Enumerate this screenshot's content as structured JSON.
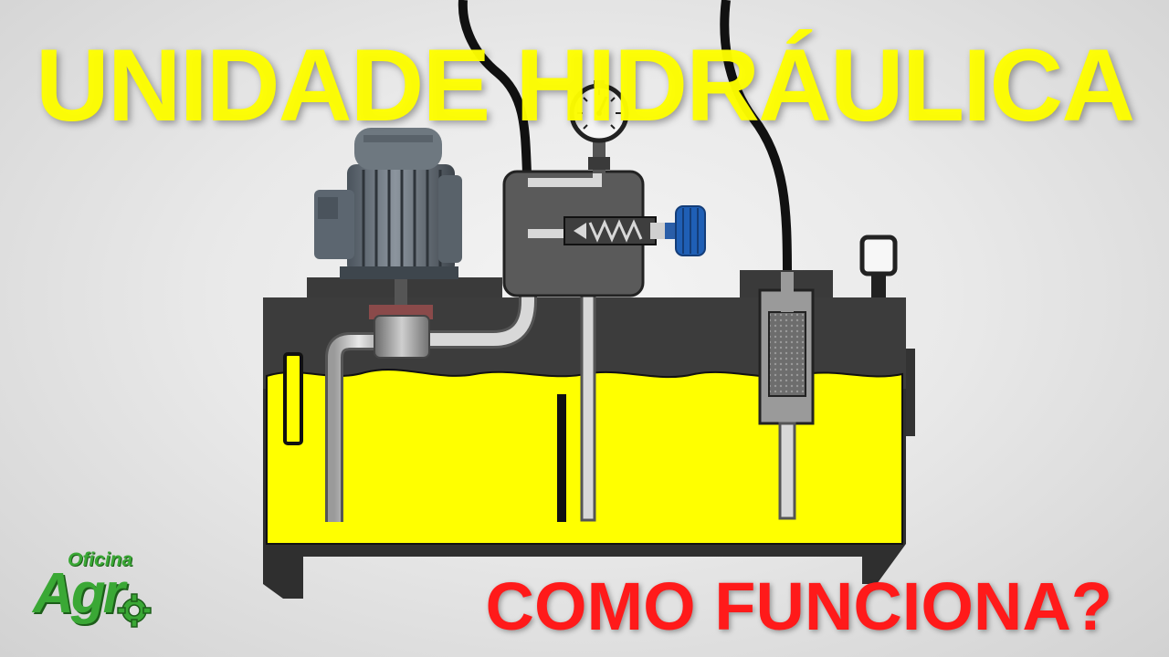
{
  "title": "UNIDADE HIDRÁULICA",
  "subtitle": "COMO FUNCIONA?",
  "logo": {
    "top": "Oficina",
    "main": "Agr"
  },
  "icons": {
    "motor": "electric-motor-icon",
    "pump": "hydraulic-pump-icon",
    "gauge": "pressure-gauge-icon",
    "valve": "relief-valve-icon",
    "knob": "adjustment-knob-icon",
    "filter": "return-filter-icon",
    "breather": "breather-cap-icon",
    "gear": "gear-icon"
  },
  "colors": {
    "title": "#ffff00",
    "subtitle": "#ff1a1a",
    "oil": "#ffff00",
    "tank": "#333333",
    "logo": "#3aa835",
    "knob": "#1f5fb5"
  }
}
